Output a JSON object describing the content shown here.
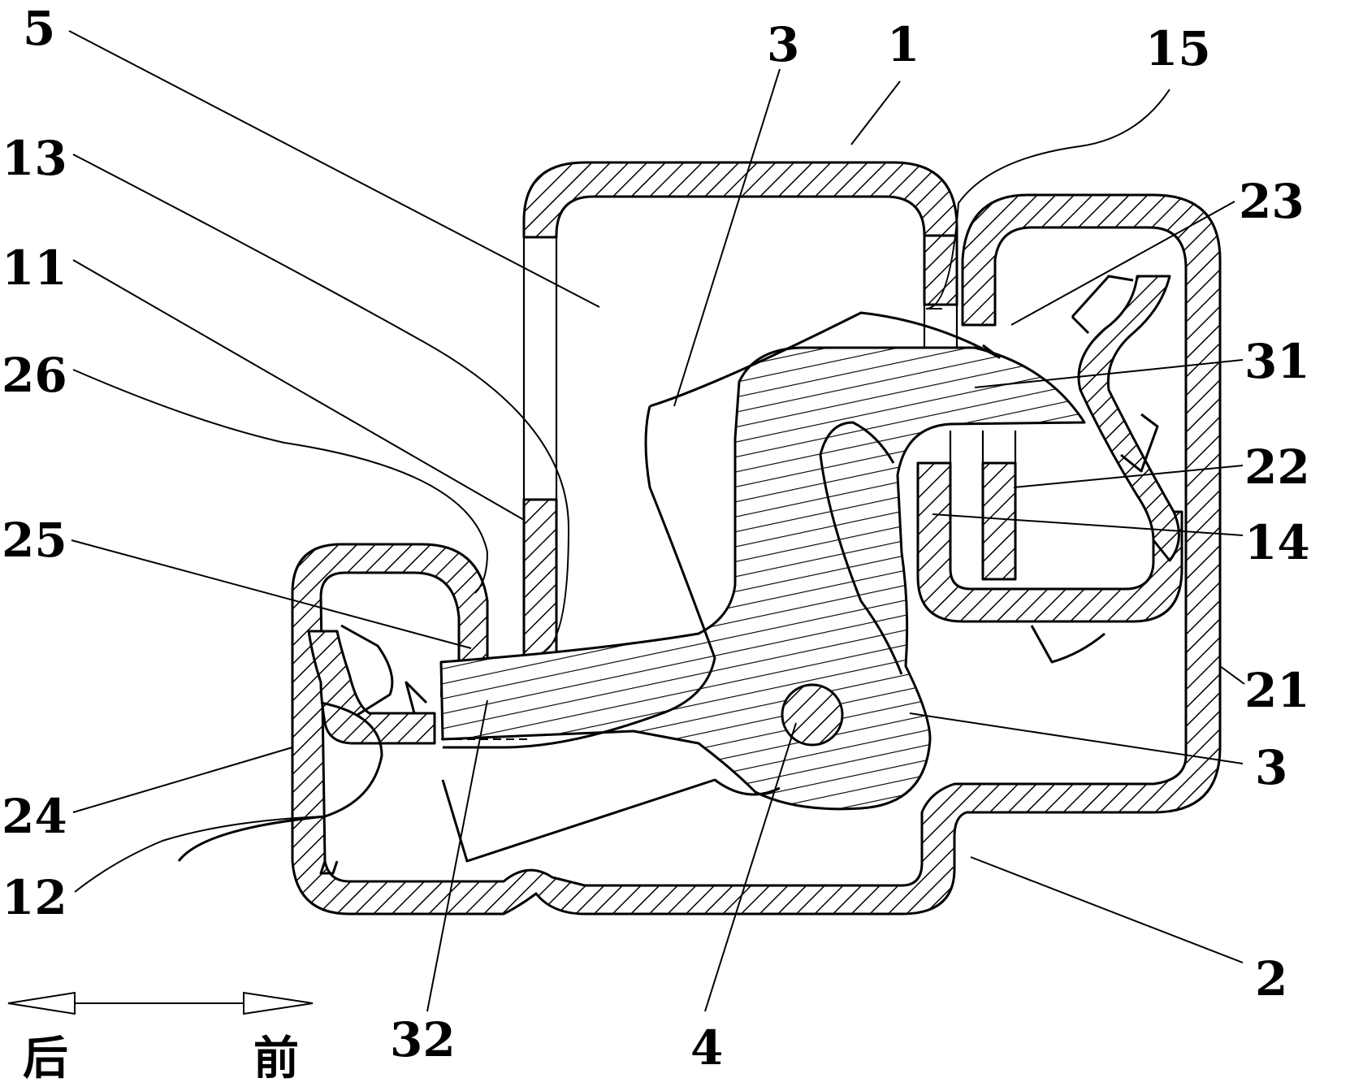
{
  "labels": {
    "l5": "5",
    "l3_top": "3",
    "l1": "1",
    "l15": "15",
    "l13": "13",
    "l23": "23",
    "l11": "11",
    "l31": "31",
    "l26": "26",
    "l22": "22",
    "l25": "25",
    "l14": "14",
    "l21": "21",
    "l3_right": "3",
    "l24": "24",
    "l12": "12",
    "l2": "2",
    "l32": "32",
    "l4": "4"
  },
  "direction": {
    "back": "后",
    "front": "前"
  }
}
